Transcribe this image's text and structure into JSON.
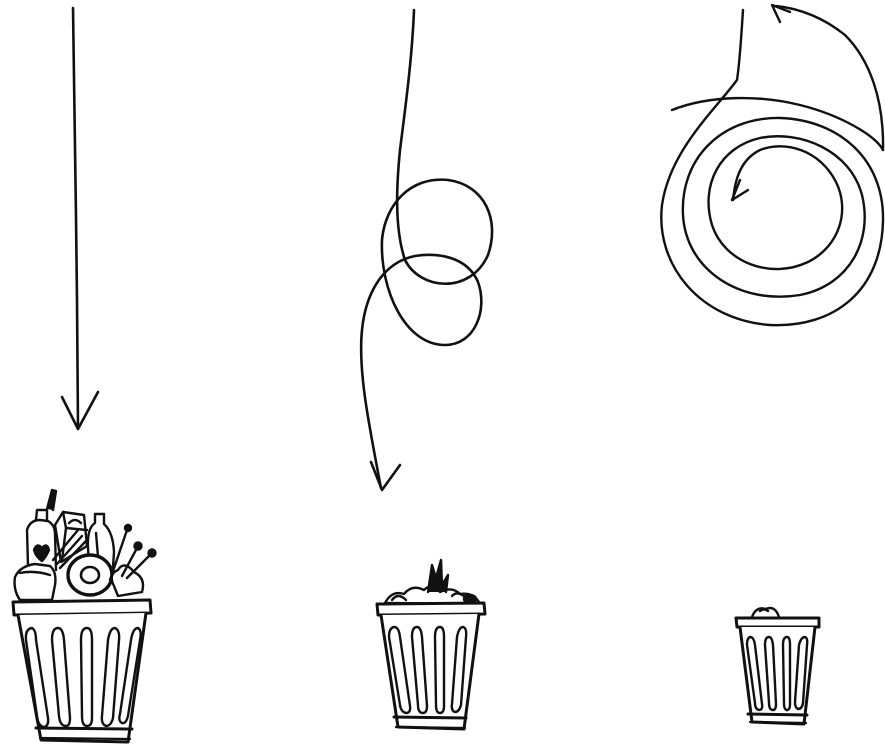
{
  "illustration": {
    "panels": [
      {
        "arrow": "straight-down-arrow",
        "bin_contents": "overflowing-trash"
      },
      {
        "arrow": "looped-down-arrow",
        "bin_contents": "partly-filled-trash"
      },
      {
        "arrow": "spiral-arrow",
        "bin_contents": "nearly-empty-trash"
      }
    ]
  },
  "colors": {
    "ink": "#111111",
    "paper": "#ffffff"
  }
}
